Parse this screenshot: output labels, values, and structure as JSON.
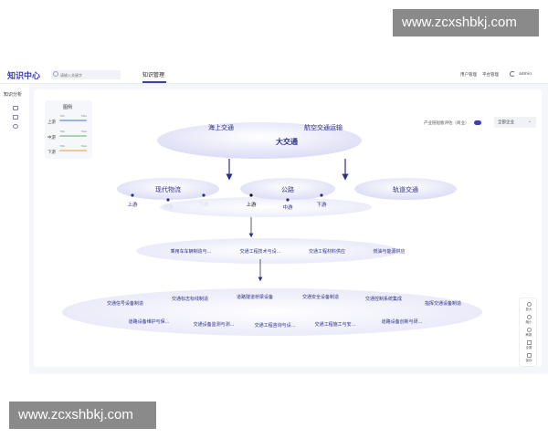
{
  "watermark": {
    "text": "www.zcxshbkj.com"
  },
  "header": {
    "logo": "知识中心",
    "search_placeholder": "请输入关键字",
    "nav_tab": "知识管理",
    "user_mgmt": "用户管理",
    "platform_mgmt": "平台管理",
    "username": "admin"
  },
  "sidebar": {
    "title": "知识分析",
    "icons": [
      "map-icon",
      "layers-icon",
      "settings-icon"
    ]
  },
  "legend": {
    "title": "图例",
    "rows": [
      {
        "label": "上游",
        "min": "Min",
        "max": "Max",
        "color": "#9bb3e8"
      },
      {
        "label": "中游",
        "min": "Min",
        "max": "Max",
        "color": "#a8d5b0"
      },
      {
        "label": "下游",
        "min": "Min",
        "max": "Max",
        "color": "#f2c98a"
      }
    ]
  },
  "controls": {
    "evaluation_label": "产业链短板评估（商业）",
    "enterprise_select": "全部企业"
  },
  "graph": {
    "root": {
      "label": "大交通",
      "left_label": "海上交通",
      "right_label": "航空交通运输"
    },
    "level2": [
      {
        "label": "现代物流",
        "streams": [
          "上游",
          "中游",
          "下游"
        ]
      },
      {
        "label": "公路",
        "streams": [
          "上游",
          "中游",
          "下游"
        ]
      },
      {
        "label": "轨道交通",
        "streams": []
      }
    ],
    "level3": [
      "乘用车车辆制造与...",
      "交通工程技术与设...",
      "交通工程材料供应",
      "燃油与能源供应"
    ],
    "level4_row1": [
      "交通信号设备制造",
      "交通标志标线制造",
      "道路隧道桥梁设备",
      "交通安全设备制造",
      "交通控制系统集成",
      "指挥交通设备制造"
    ],
    "level4_row2": [
      "道路设备维护与保...",
      "交通设备监测与测...",
      "交通工程咨询与设...",
      "交通工程施工与安...",
      "道路设备创新与研..."
    ]
  },
  "tools": [
    {
      "label": "放大",
      "icon": "zoom-in-icon"
    },
    {
      "label": "缩小",
      "icon": "zoom-out-icon"
    },
    {
      "label": "刷新",
      "icon": "refresh-icon"
    },
    {
      "label": "全屏",
      "icon": "fullscreen-icon"
    },
    {
      "label": "保存",
      "icon": "save-icon"
    }
  ],
  "colors": {
    "accent": "#3b3fb8",
    "node_fill": "#e4e5f8",
    "edge": "#2b2f8a"
  }
}
